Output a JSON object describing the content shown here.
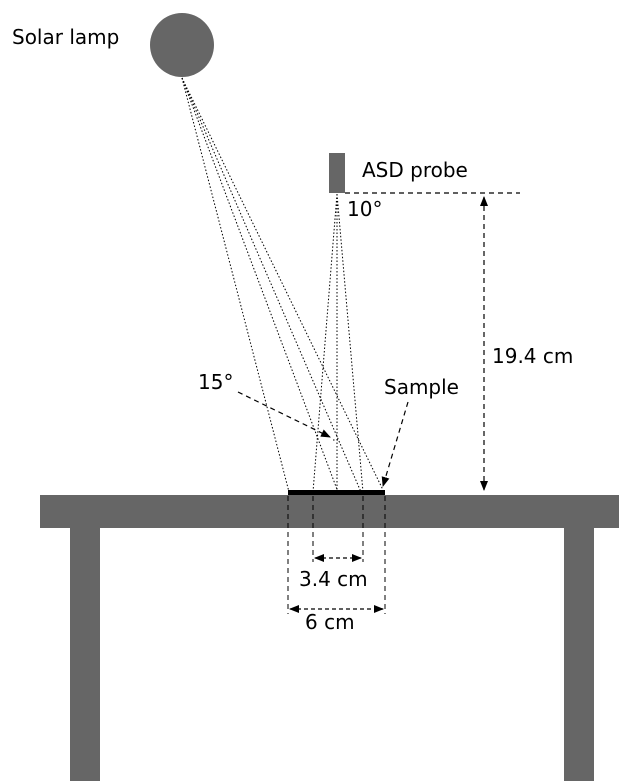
{
  "labels": {
    "lamp": "Solar lamp",
    "probe": "ASD probe",
    "probe_angle": "10°",
    "height": "19.4 cm",
    "incidence_angle": "15°",
    "sample": "Sample",
    "inner_width": "3.4 cm",
    "outer_width": "6 cm"
  },
  "colors": {
    "fill": "#666666",
    "line": "#000000",
    "background": "#ffffff"
  }
}
